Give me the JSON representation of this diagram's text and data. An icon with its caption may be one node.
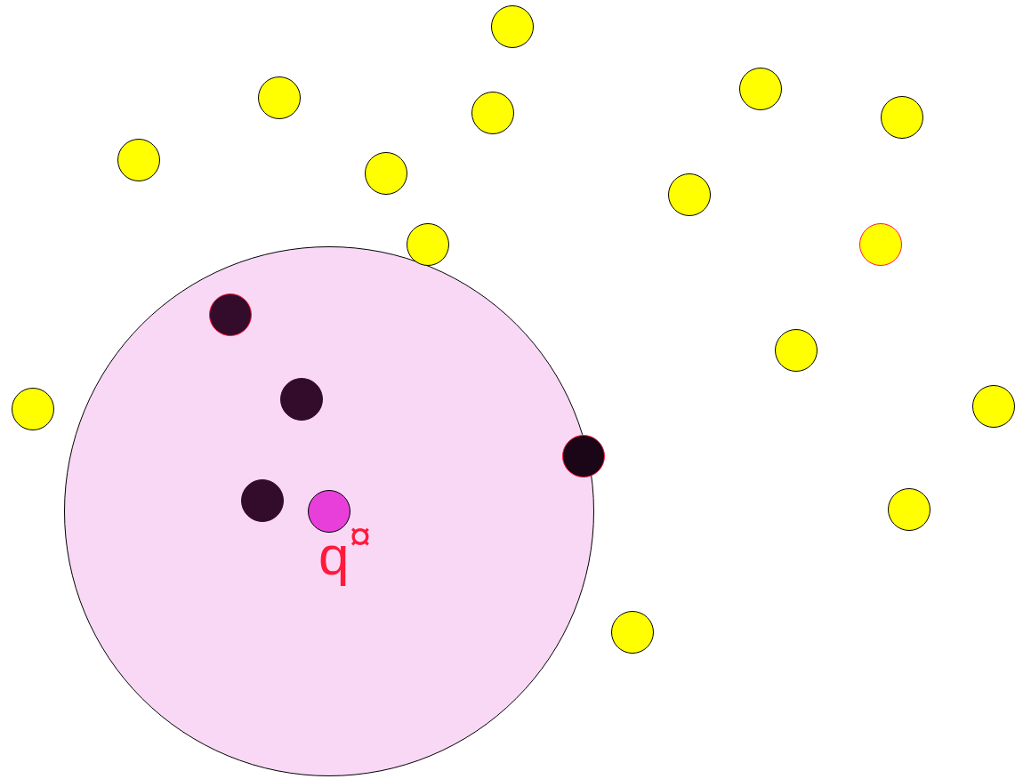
{
  "diagram": {
    "nodes": [
      {
        "text": [],
        "shape": "circle"
      },
      {
        "text": [],
        "shape": "circle",
        "in": 0
      },
      {
        "text": [],
        "shape": "circle",
        "in": 0
      },
      {
        "text": [],
        "shape": "circle",
        "in": 0
      },
      {
        "text": [],
        "shape": "circle",
        "in": 0
      },
      {
        "text": [],
        "shape": "circle"
      },
      {
        "text": [],
        "shape": "circle"
      },
      {
        "text": [],
        "shape": "circle"
      },
      {
        "text": [],
        "shape": "circle"
      },
      {
        "text": [],
        "shape": "circle"
      },
      {
        "text": [],
        "shape": "circle"
      },
      {
        "text": [],
        "shape": "circle"
      },
      {
        "text": [],
        "shape": "circle"
      },
      {
        "text": [],
        "shape": "circle"
      },
      {
        "text": [],
        "shape": "circle"
      },
      {
        "text": [],
        "shape": "circle"
      },
      {
        "text": [],
        "shape": "circle"
      },
      {
        "text": [],
        "shape": "circle"
      },
      {
        "text": [],
        "shape": "circle"
      },
      {
        "text": [],
        "shape": "circle"
      },
      {
        "text": [],
        "shape": "circle"
      }
    ],
    "labels": [
      "q$^{¤}$"
    ]
  }
}
